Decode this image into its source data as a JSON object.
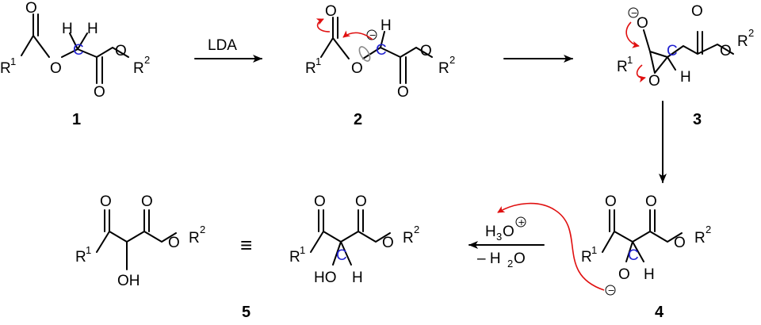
{
  "scheme": {
    "compound_numbers": [
      "1",
      "2",
      "3",
      "4",
      "5"
    ],
    "atoms": {
      "O": "O",
      "R": "R",
      "H": "H",
      "C": "C",
      "OH": "OH",
      "HO": "HO",
      "sup1": "1",
      "sup2": "2",
      "minus": "−",
      "plus": "+"
    },
    "reagents": {
      "step1": "LDA",
      "acid_main": "H",
      "acid_sub": "3",
      "acid_o": "O",
      "water_prefix": "– H",
      "water_sub": "2",
      "water_o": "O"
    },
    "equivalent_symbol": "≡",
    "colors": {
      "highlight_carbon": "#1f1fd0",
      "electron_arrow": "#e01010",
      "rotation_arrow": "#888888"
    }
  }
}
